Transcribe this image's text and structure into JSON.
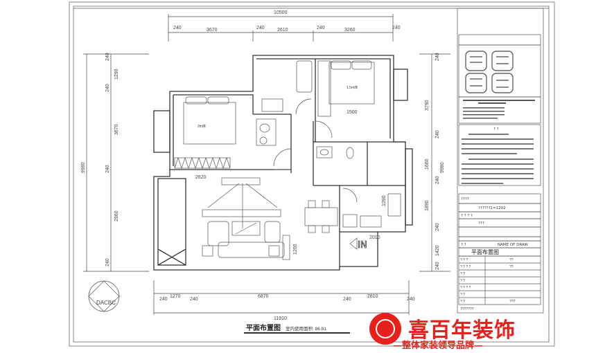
{
  "plan": {
    "title": "平面布置图",
    "area_label": "室内使用面积: 86.91",
    "entry_label": "IN",
    "bed_master": "2m床",
    "bed_second": "1.5m床",
    "bed_width": "1500",
    "wardrobe_width": "2620",
    "kitchen_width": "2010",
    "kitchen_depth": "1290",
    "cabinet_depth": "1200"
  },
  "dimensions": {
    "top_total": "10500",
    "top": [
      "240",
      "3670",
      "240",
      "2610",
      "240",
      "3260",
      "240"
    ],
    "left_total": "9980",
    "left": [
      "240",
      "1290",
      "240",
      "3670",
      "240",
      "2960",
      "240"
    ],
    "right_total": "9980",
    "right": [
      "240",
      "3790",
      "240",
      "1660",
      "240",
      "1890",
      "240",
      "1420",
      "240"
    ],
    "bottom_total": "11910",
    "bottom": [
      "240",
      "1270",
      "240",
      "6870",
      "240",
      "2810",
      "240"
    ]
  },
  "title_block": {
    "description_heading": "? ?",
    "scale_row": "????",
    "scale_value": "??????1=1202",
    "row_a": "? ? ? ?",
    "row_b": "???",
    "name_of_draw_label": "? ?",
    "name_of_draw": "NAME OF DRAW",
    "drawing_name": "平面布置图",
    "rows": [
      "? ? ?",
      "? ? ? ?",
      "? ?",
      "? ?",
      "? ? ? ?",
      "? ?",
      "? ?"
    ],
    "row_values": [
      "??",
      "??",
      "",
      "",
      "",
      "",
      "???"
    ],
    "footer": "???????"
  },
  "compass_letters": "DACBC",
  "brand": {
    "name": "喜百年装饰",
    "slogan": "—整体家装领导品牌—",
    "color": "#e8201c"
  }
}
